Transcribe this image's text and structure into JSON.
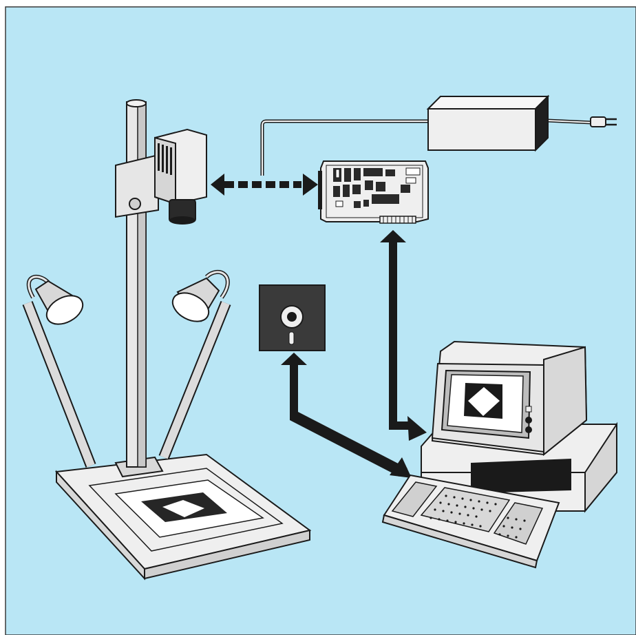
{
  "illustration": {
    "background_color": "#b9e6f5",
    "line_color": "#1a1a1a",
    "device_fill": "#efefef",
    "dark_fill": "#2a2a2a",
    "components": [
      {
        "id": "copy-stand",
        "icon": "copy-stand-with-camera"
      },
      {
        "id": "lamp-left",
        "icon": "reflector-lamp"
      },
      {
        "id": "lamp-right",
        "icon": "reflector-lamp"
      },
      {
        "id": "video-camera",
        "icon": "video-camera"
      },
      {
        "id": "power-supply",
        "icon": "power-supply-box"
      },
      {
        "id": "power-plug",
        "icon": "power-plug"
      },
      {
        "id": "frame-grabber-board",
        "icon": "circuit-board"
      },
      {
        "id": "floppy-disk",
        "icon": "floppy-disk"
      },
      {
        "id": "personal-computer",
        "icon": "desktop-computer"
      },
      {
        "id": "keyboard",
        "icon": "keyboard"
      }
    ],
    "connections": [
      {
        "from": "video-camera",
        "to": "frame-grabber-board",
        "style": "dashed-double-arrow"
      },
      {
        "from": "power-supply",
        "to": "frame-grabber-board",
        "style": "cable"
      },
      {
        "from": "frame-grabber-board",
        "to": "personal-computer",
        "style": "solid-double-arrow"
      },
      {
        "from": "floppy-disk",
        "to": "personal-computer",
        "style": "solid-double-arrow"
      }
    ]
  }
}
